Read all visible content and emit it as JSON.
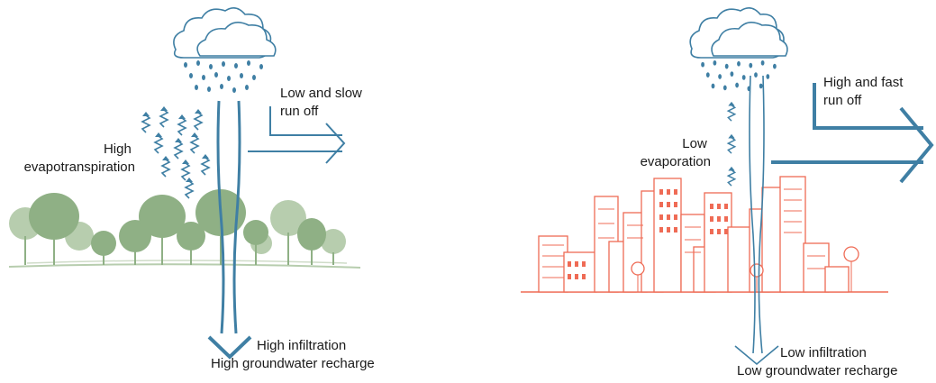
{
  "panels": {
    "natural": {
      "runoff_label": [
        "Low and slow",
        "run off"
      ],
      "evapo_label": [
        "High",
        "evapotranspiration"
      ],
      "infiltration_label": [
        "High infiltration",
        "High groundwater recharge"
      ]
    },
    "urban": {
      "runoff_label": [
        "High and fast",
        "run off"
      ],
      "evapo_label": [
        "Low",
        "evaporation"
      ],
      "infiltration_label": [
        "Low infiltration",
        "Low groundwater recharge"
      ]
    }
  },
  "colors": {
    "water": "#3f7fa4",
    "trees": "#8fb085",
    "trees_light": "#b7cdae",
    "buildings": "#ef6b55"
  }
}
